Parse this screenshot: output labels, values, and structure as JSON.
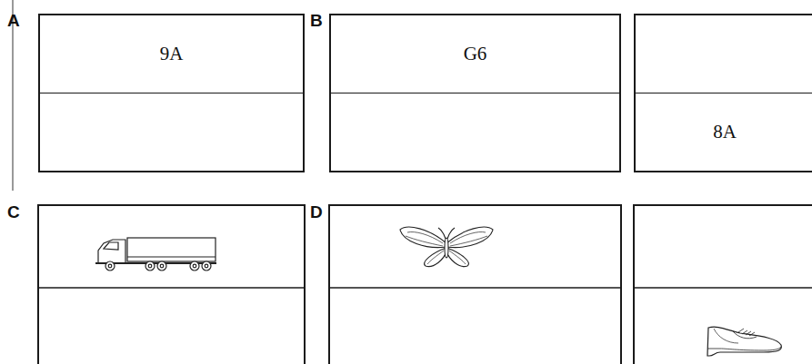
{
  "diagram": {
    "nodes": [
      {
        "text": [
          "9A"
        ]
      },
      {
        "text": [
          "G6"
        ]
      },
      {
        "text": [
          "8A"
        ]
      }
    ],
    "labels": [
      "A",
      "B",
      "C",
      "D"
    ]
  }
}
